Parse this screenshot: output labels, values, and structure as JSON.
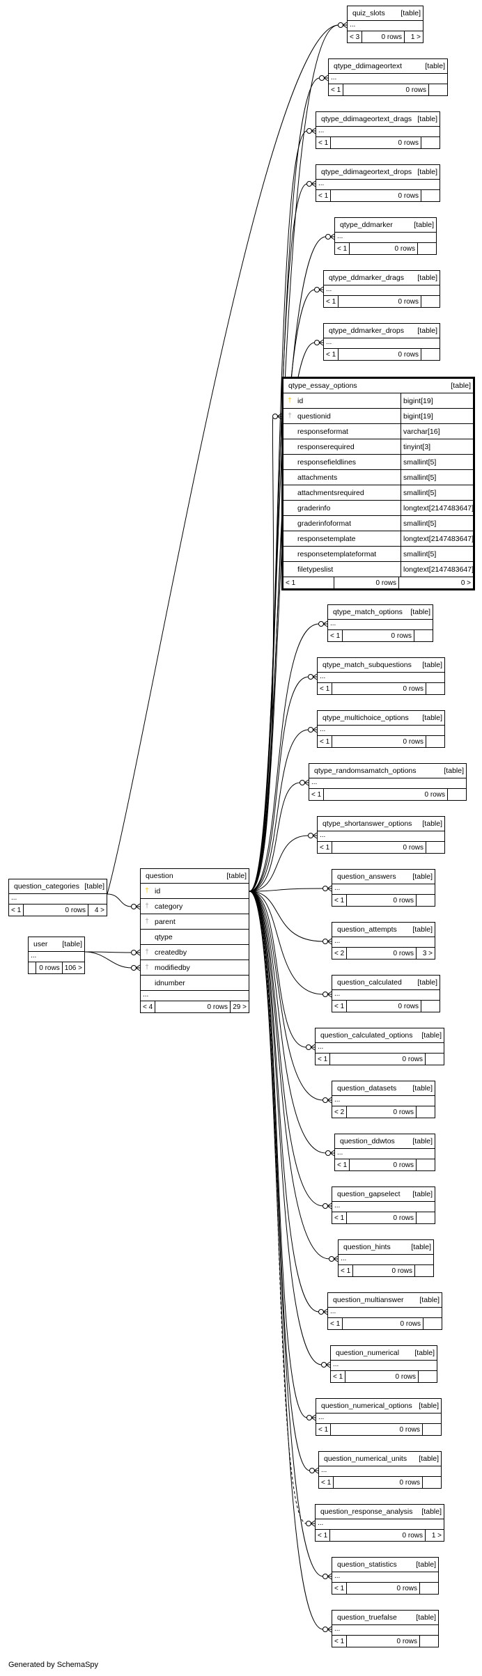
{
  "generator": "Generated by SchemaSpy",
  "main": {
    "name": "question",
    "tag": "[table]",
    "columns": [
      {
        "name": "id",
        "key": "pk"
      },
      {
        "name": "category",
        "key": "fk"
      },
      {
        "name": "parent",
        "key": "fk"
      },
      {
        "name": "qtype",
        "key": ""
      },
      {
        "name": "createdby",
        "key": "fk"
      },
      {
        "name": "modifiedby",
        "key": "fk"
      },
      {
        "name": "idnumber",
        "key": ""
      }
    ],
    "dots": "...",
    "footer": {
      "parents": "< 4",
      "rows": "0 rows",
      "children": "29 >"
    }
  },
  "essay": {
    "name": "qtype_essay_options",
    "tag": "[table]",
    "columns": [
      {
        "name": "id",
        "type": "bigint[19]",
        "key": "pk"
      },
      {
        "name": "questionid",
        "type": "bigint[19]",
        "key": "fk"
      },
      {
        "name": "responseformat",
        "type": "varchar[16]",
        "key": ""
      },
      {
        "name": "responserequired",
        "type": "tinyint[3]",
        "key": ""
      },
      {
        "name": "responsefieldlines",
        "type": "smallint[5]",
        "key": ""
      },
      {
        "name": "attachments",
        "type": "smallint[5]",
        "key": ""
      },
      {
        "name": "attachmentsrequired",
        "type": "smallint[5]",
        "key": ""
      },
      {
        "name": "graderinfo",
        "type": "longtext[2147483647]",
        "key": ""
      },
      {
        "name": "graderinfoformat",
        "type": "smallint[5]",
        "key": ""
      },
      {
        "name": "responsetemplate",
        "type": "longtext[2147483647]",
        "key": ""
      },
      {
        "name": "responsetemplateformat",
        "type": "smallint[5]",
        "key": ""
      },
      {
        "name": "filetypeslist",
        "type": "longtext[2147483647]",
        "key": ""
      }
    ],
    "footer": {
      "parents": "< 1",
      "rows": "0 rows",
      "children": "0 >"
    }
  },
  "parents": [
    {
      "name": "question_categories",
      "tag": "[table]",
      "dots": "...",
      "footer": {
        "parents": "< 1",
        "rows": "0 rows",
        "children": "4 >"
      }
    },
    {
      "name": "user",
      "tag": "[table]",
      "dots": "...",
      "footer": {
        "parents": "",
        "rows": "0 rows",
        "children": "106 >"
      }
    }
  ],
  "children": [
    {
      "name": "quiz_slots",
      "tag": "[table]",
      "dots": "...",
      "footer": {
        "parents": "< 3",
        "rows": "0 rows",
        "children": "1 >"
      }
    },
    {
      "name": "qtype_ddimageortext",
      "tag": "[table]",
      "dots": "...",
      "footer": {
        "parents": "< 1",
        "rows": "0 rows",
        "children": ""
      }
    },
    {
      "name": "qtype_ddimageortext_drags",
      "tag": "[table]",
      "dots": "...",
      "footer": {
        "parents": "< 1",
        "rows": "0 rows",
        "children": ""
      }
    },
    {
      "name": "qtype_ddimageortext_drops",
      "tag": "[table]",
      "dots": "...",
      "footer": {
        "parents": "< 1",
        "rows": "0 rows",
        "children": ""
      }
    },
    {
      "name": "qtype_ddmarker",
      "tag": "[table]",
      "dots": "...",
      "footer": {
        "parents": "< 1",
        "rows": "0 rows",
        "children": ""
      }
    },
    {
      "name": "qtype_ddmarker_drags",
      "tag": "[table]",
      "dots": "...",
      "footer": {
        "parents": "< 1",
        "rows": "0 rows",
        "children": ""
      }
    },
    {
      "name": "qtype_ddmarker_drops",
      "tag": "[table]",
      "dots": "...",
      "footer": {
        "parents": "< 1",
        "rows": "0 rows",
        "children": ""
      }
    },
    {
      "name": "qtype_match_options",
      "tag": "[table]",
      "dots": "...",
      "footer": {
        "parents": "< 1",
        "rows": "0 rows",
        "children": ""
      }
    },
    {
      "name": "qtype_match_subquestions",
      "tag": "[table]",
      "dots": "...",
      "footer": {
        "parents": "< 1",
        "rows": "0 rows",
        "children": ""
      }
    },
    {
      "name": "qtype_multichoice_options",
      "tag": "[table]",
      "dots": "...",
      "footer": {
        "parents": "< 1",
        "rows": "0 rows",
        "children": ""
      }
    },
    {
      "name": "qtype_randomsamatch_options",
      "tag": "[table]",
      "dots": "...",
      "footer": {
        "parents": "< 1",
        "rows": "0 rows",
        "children": ""
      }
    },
    {
      "name": "qtype_shortanswer_options",
      "tag": "[table]",
      "dots": "...",
      "footer": {
        "parents": "< 1",
        "rows": "0 rows",
        "children": ""
      }
    },
    {
      "name": "question_answers",
      "tag": "[table]",
      "dots": "...",
      "footer": {
        "parents": "< 1",
        "rows": "0 rows",
        "children": ""
      }
    },
    {
      "name": "question_attempts",
      "tag": "[table]",
      "dots": "...",
      "footer": {
        "parents": "< 2",
        "rows": "0 rows",
        "children": "3 >"
      }
    },
    {
      "name": "question_calculated",
      "tag": "[table]",
      "dots": "...",
      "footer": {
        "parents": "< 1",
        "rows": "0 rows",
        "children": ""
      }
    },
    {
      "name": "question_calculated_options",
      "tag": "[table]",
      "dots": "...",
      "footer": {
        "parents": "< 1",
        "rows": "0 rows",
        "children": ""
      }
    },
    {
      "name": "question_datasets",
      "tag": "[table]",
      "dots": "...",
      "footer": {
        "parents": "< 2",
        "rows": "0 rows",
        "children": ""
      }
    },
    {
      "name": "question_ddwtos",
      "tag": "[table]",
      "dots": "...",
      "footer": {
        "parents": "< 1",
        "rows": "0 rows",
        "children": ""
      }
    },
    {
      "name": "question_gapselect",
      "tag": "[table]",
      "dots": "...",
      "footer": {
        "parents": "< 1",
        "rows": "0 rows",
        "children": ""
      }
    },
    {
      "name": "question_hints",
      "tag": "[table]",
      "dots": "...",
      "footer": {
        "parents": "< 1",
        "rows": "0 rows",
        "children": ""
      }
    },
    {
      "name": "question_multianswer",
      "tag": "[table]",
      "dots": "...",
      "footer": {
        "parents": "< 1",
        "rows": "0 rows",
        "children": ""
      }
    },
    {
      "name": "question_numerical",
      "tag": "[table]",
      "dots": "...",
      "footer": {
        "parents": "< 1",
        "rows": "0 rows",
        "children": ""
      }
    },
    {
      "name": "question_numerical_options",
      "tag": "[table]",
      "dots": "...",
      "footer": {
        "parents": "< 1",
        "rows": "0 rows",
        "children": ""
      }
    },
    {
      "name": "question_numerical_units",
      "tag": "[table]",
      "dots": "...",
      "footer": {
        "parents": "< 1",
        "rows": "0 rows",
        "children": ""
      }
    },
    {
      "name": "question_response_analysis",
      "tag": "[table]",
      "dots": "...",
      "footer": {
        "parents": "< 1",
        "rows": "0 rows",
        "children": "1 >"
      }
    },
    {
      "name": "question_statistics",
      "tag": "[table]",
      "dots": "...",
      "footer": {
        "parents": "< 1",
        "rows": "0 rows",
        "children": ""
      }
    },
    {
      "name": "question_truefalse",
      "tag": "[table]",
      "dots": "...",
      "footer": {
        "parents": "< 1",
        "rows": "0 rows",
        "children": ""
      }
    }
  ]
}
